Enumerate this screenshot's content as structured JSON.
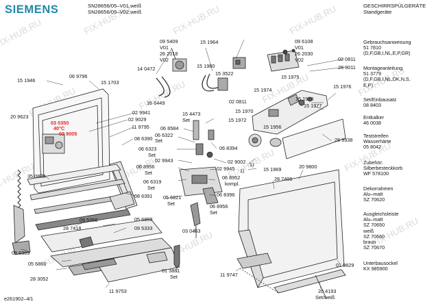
{
  "brand": "SIEMENS",
  "models": [
    "SN28656/05–V01,weiß",
    "SN28656/09–V02,weiß"
  ],
  "category": [
    "GESCHIRRSPÜLGERÄTE",
    "Standgeräte"
  ],
  "side_list": [
    {
      "title": "Gebrauchsanweisung",
      "values": [
        "51 7810",
        "(D,F,GB,I,NL,E,P,GR)"
      ]
    },
    {
      "title": "Montageanleitung",
      "values": [
        "51 3779",
        "(D,F,GB,I,NL,DK,N,S,",
        "E,P)"
      ]
    },
    {
      "title": "Set/Einbausatz",
      "values": [
        "08 8403"
      ]
    },
    {
      "title": "Entkalker",
      "values": [
        "46 0038"
      ]
    },
    {
      "title": "Teststreifen",
      "values": [
        "Wasserhärte",
        "05 8042"
      ]
    },
    {
      "title": "Zubehör:",
      "values": [
        "Silberbesteckkorb",
        "WF 578100"
      ]
    },
    {
      "title": "Dekorrahmen",
      "values": [
        "Alu–matt",
        "SZ 70620"
      ]
    },
    {
      "title": "Ausgleichsleiste",
      "values": [
        "Alu–matt",
        "SZ 70650",
        "weiß",
        "SZ 70660",
        "braun",
        "SZ 70670"
      ]
    },
    {
      "title": "Unterbausockel",
      "values": [
        "KX 985900"
      ]
    }
  ],
  "doc_id": "e261902–4/1",
  "watermark": "FIX-HUB.RU",
  "part_labels": [
    {
      "text": "09 5409"
    },
    {
      "text": "V01"
    },
    {
      "text": "26 2018"
    },
    {
      "text": "V02"
    },
    {
      "text": "15 1964"
    },
    {
      "text": "15 1980"
    },
    {
      "text": "15 3522"
    },
    {
      "text": "14 0472"
    },
    {
      "text": "16 6449"
    },
    {
      "text": "09 6108"
    },
    {
      "text": "V01"
    },
    {
      "text": "26 2030"
    },
    {
      "text": "V02"
    },
    {
      "text": "02 0811"
    },
    {
      "text": "28 9011"
    },
    {
      "text": "15 1974"
    },
    {
      "text": "15 1975"
    },
    {
      "text": "15 1976"
    },
    {
      "text": "15 1946"
    },
    {
      "text": "06 9796"
    },
    {
      "text": "15 1703"
    },
    {
      "text": "20 9623"
    },
    {
      "text": "03 0350",
      "red": true
    },
    {
      "text": "40°C",
      "red": true
    },
    {
      "text": "02 9005",
      "red": true
    },
    {
      "text": "02 9941"
    },
    {
      "text": "02 9029"
    },
    {
      "text": "11 9795"
    },
    {
      "text": "08 6390"
    },
    {
      "text": "15 4473"
    },
    {
      "text": "Set"
    },
    {
      "text": "02 0811"
    },
    {
      "text": "15 1970"
    },
    {
      "text": "15 1972"
    },
    {
      "text": "15 1978"
    },
    {
      "text": "15 1977"
    },
    {
      "text": "15 1956"
    },
    {
      "text": "06 8584"
    },
    {
      "text": "06 6322"
    },
    {
      "text": "Set"
    },
    {
      "text": "06 6323"
    },
    {
      "text": "Set"
    },
    {
      "text": "06 8394"
    },
    {
      "text": "28 9938"
    },
    {
      "text": "02 9943"
    },
    {
      "text": "02 9002"
    },
    {
      "text": "02 9945"
    },
    {
      "text": "1)"
    },
    {
      "text": "1)"
    },
    {
      "text": "15 1969"
    },
    {
      "text": "20 9800"
    },
    {
      "text": "06 8956"
    },
    {
      "text": "Set"
    },
    {
      "text": "06 6319"
    },
    {
      "text": "Set"
    },
    {
      "text": "06 8952"
    },
    {
      "text": "kompl."
    },
    {
      "text": "06 8396"
    },
    {
      "text": "28 7400"
    },
    {
      "text": "35 0800"
    },
    {
      "text": "05 6821"
    },
    {
      "text": "Set"
    },
    {
      "text": "08 6391"
    },
    {
      "text": "06 8956"
    },
    {
      "text": "Set"
    },
    {
      "text": "09 5356"
    },
    {
      "text": "05 6860"
    },
    {
      "text": "28 7418"
    },
    {
      "text": "09 5333"
    },
    {
      "text": "03 0463"
    },
    {
      "text": "08 6389"
    },
    {
      "text": "05 6860"
    },
    {
      "text": "28 3052"
    },
    {
      "text": "01 3861"
    },
    {
      "text": "Set"
    },
    {
      "text": "11 9747"
    },
    {
      "text": "01 9829"
    },
    {
      "text": "11 9753"
    },
    {
      "text": "20 4193"
    },
    {
      "text": "Set/weiß"
    }
  ]
}
